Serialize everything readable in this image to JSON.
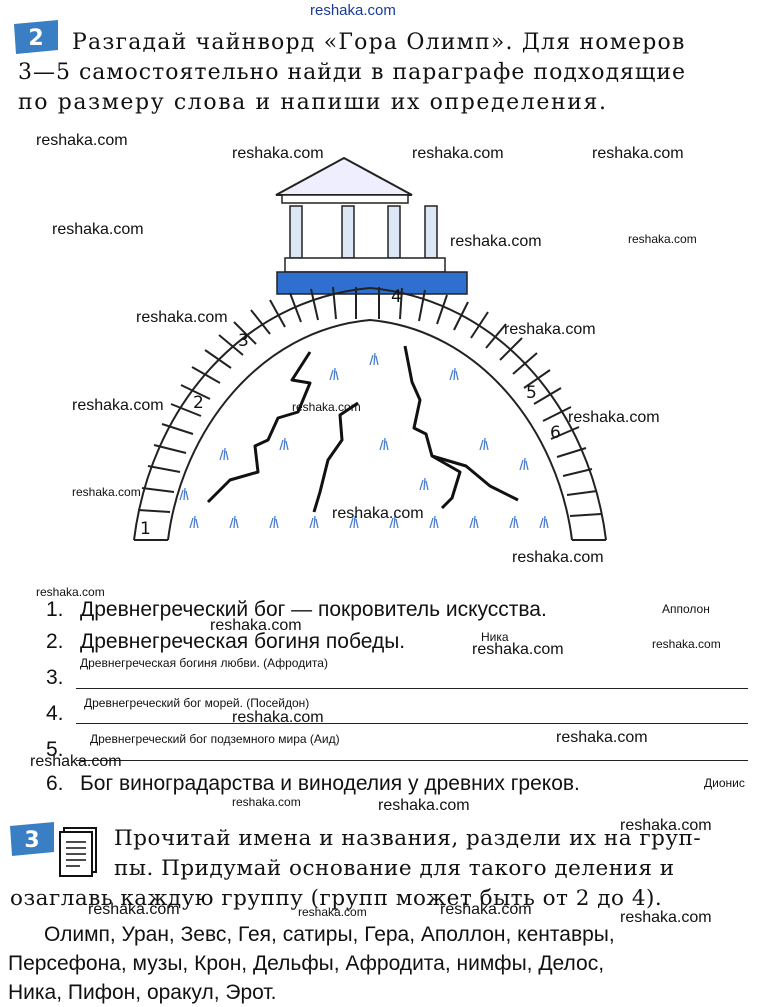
{
  "site_header": "reshaka.com",
  "task2": {
    "number": "2",
    "lines": [
      "Разгадай чайнворд «Гора Олимп». Для номеров",
      "3—5 самостоятельно найди в параграфе подходящие",
      "по размеру слова и напиши их определения."
    ]
  },
  "figure": {
    "cell_numbers": [
      "1",
      "2",
      "3",
      "4",
      "5",
      "6"
    ]
  },
  "questions": [
    {
      "num": "1.",
      "text": "Древнегреческий бог — покровитель искусства.",
      "answer": "Апполон"
    },
    {
      "num": "2.",
      "text": "Древнегреческая богиня победы.",
      "answer": "Ника"
    },
    {
      "num": "3.",
      "text": "",
      "answer": "Древнегреческая богиня любви. (Афродита)"
    },
    {
      "num": "4.",
      "text": "",
      "answer": "Древнегреческий бог морей. (Посейдон)"
    },
    {
      "num": "5.",
      "text": "",
      "answer": "Древнегреческий бог подземного мира (Аид)"
    },
    {
      "num": "6.",
      "text": "Бог виноградарства и виноделия у древних греков.",
      "answer": "Дионис"
    }
  ],
  "task3": {
    "number": "3",
    "lines": [
      "Прочитай имена и названия, раздели их на груп-",
      "пы. Придумай основание для такого деления и",
      "озаглавь каждую группу (групп может быть от 2 до 4)."
    ]
  },
  "names_list": [
    "Олимп, Уран, Зевс, Гея, сатиры, Гера, Аполлон, кентавры,",
    "Персефона, музы, Крон, Дельфы, Афродита, нимфы, Делос,",
    "Ника, Пифон, оракул, Эрот."
  ],
  "watermark": "reshaka.com",
  "colors": {
    "badge": "#3a7fc4",
    "temple_base": "#2f6fd0",
    "text": "#111111"
  }
}
